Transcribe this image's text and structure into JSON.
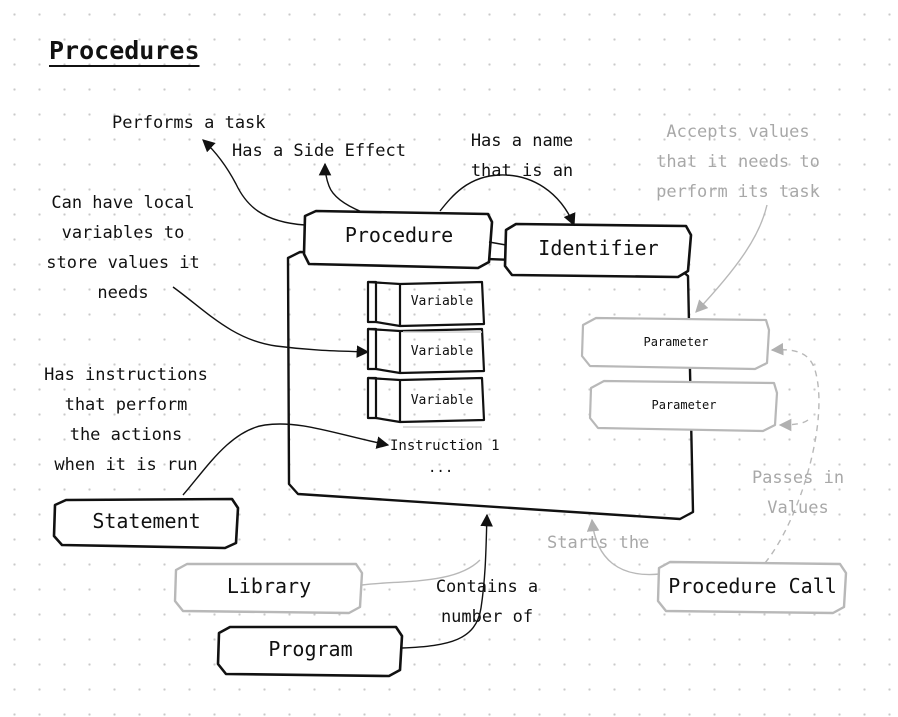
{
  "title": "Procedures",
  "nodes": {
    "procedure": "Procedure",
    "identifier": "Identifier",
    "variables": [
      "Variable",
      "Variable",
      "Variable"
    ],
    "parameters": [
      "Parameter",
      "Parameter"
    ],
    "instruction": "Instruction 1",
    "ellipsis": "...",
    "statement": "Statement",
    "library": "Library",
    "program": "Program",
    "procedure_call": "Procedure Call"
  },
  "annotations": {
    "performs_task": "Performs a task",
    "side_effect": "Has a Side Effect",
    "has_name": [
      "Has a name",
      "that is an"
    ],
    "local_variables": [
      "Can have local",
      "variables to",
      "store values it",
      "needs"
    ],
    "accepts_values": [
      "Accepts values",
      "that it needs to",
      "perform its task"
    ],
    "instructions": [
      "Has instructions",
      "that perform",
      "the actions",
      "when it is run"
    ],
    "passes_in": [
      "Passes in",
      "Values"
    ],
    "starts_the": "Starts the",
    "contains": [
      "Contains a",
      "number of"
    ]
  }
}
